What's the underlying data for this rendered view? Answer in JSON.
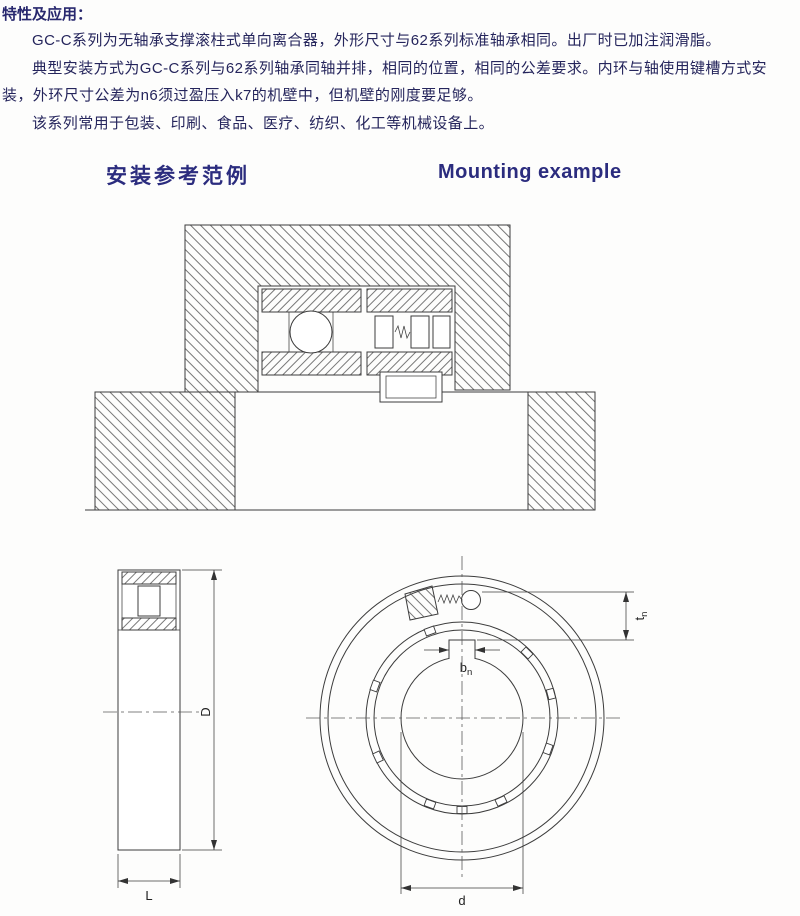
{
  "page": {
    "intro": {
      "title": "特性及应用：",
      "paragraphs": [
        "GC-C系列为无轴承支撑滚柱式单向离合器，外形尺寸与62系列标准轴承相同。出厂时已加注润滑脂。",
        "典型安装方式为GC-C系列与62系列轴承同轴并排，相同的位置，相同的公差要求。内环与轴使用键槽方式安装，外环尺寸公差为n6须过盈压入k7的机壁中，但机壁的刚度要足够。",
        "该系列常用于包装、印刷、食品、医疗、纺织、化工等机械设备上。"
      ]
    },
    "headings": {
      "zh": "安装参考范例",
      "en": "Mounting example"
    },
    "dims": {
      "outer_diameter": "D",
      "width": "L",
      "bore_diameter": "d",
      "key_width_base": "b",
      "key_width_sub": "n",
      "key_depth_base": "t",
      "key_depth_sub": "n"
    },
    "colors": {
      "heading": "#2b2c7e",
      "body_text": "#25255c",
      "drawing_line": "#3c3c3c",
      "background": "#fdfdfc"
    }
  }
}
